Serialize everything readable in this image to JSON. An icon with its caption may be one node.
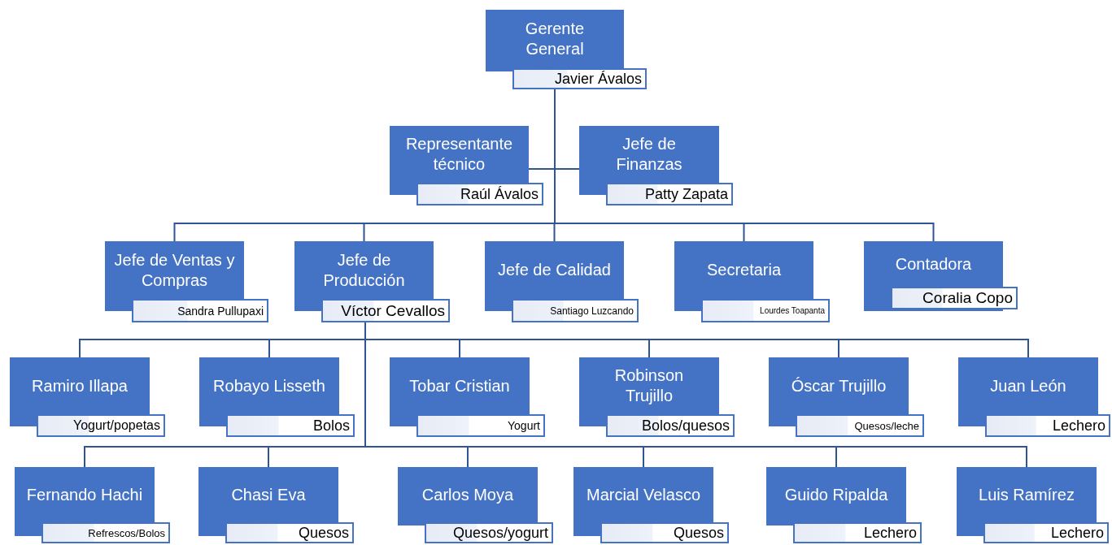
{
  "diagram": {
    "nodes": [
      {
        "text": [
          "Gerente General",
          "Javier Ávalos"
        ]
      },
      {
        "text": [
          "Representante técnico",
          "Raúl Ávalos"
        ]
      },
      {
        "text": [
          "Jefe de Finanzas",
          "Patty Zapata"
        ]
      },
      {
        "text": [
          "Jefe de Ventas y Compras",
          "Sandra Pullupaxi"
        ]
      },
      {
        "text": [
          "Jefe de Producción",
          "Víctor Cevallos"
        ]
      },
      {
        "text": [
          "Jefe de Calidad",
          "Santiago Luzcando"
        ]
      },
      {
        "text": [
          "Secretaria",
          "Lourdes Toapanta"
        ]
      },
      {
        "text": [
          "Contadora",
          "Coralia Copo"
        ]
      },
      {
        "text": [
          "Ramiro Illapa",
          "Yogurt/popetas"
        ]
      },
      {
        "text": [
          "Robayo Lisseth",
          "Bolos"
        ]
      },
      {
        "text": [
          "Tobar Cristian",
          "Yogurt"
        ]
      },
      {
        "text": [
          "Robinson Trujillo",
          "Bolos/quesos"
        ]
      },
      {
        "text": [
          "Óscar Trujillo",
          "Quesos/leche"
        ]
      },
      {
        "text": [
          "Juan León",
          "Lechero"
        ]
      },
      {
        "text": [
          "Fernando Hachi",
          "Refrescos/Bolos"
        ]
      },
      {
        "text": [
          "Chasi Eva",
          "Quesos"
        ]
      },
      {
        "text": [
          "Carlos Moya",
          "Quesos/yogurt"
        ]
      },
      {
        "text": [
          "Marcial Velasco",
          "Quesos"
        ]
      },
      {
        "text": [
          "Guido Ripalda",
          "Lechero"
        ]
      },
      {
        "text": [
          "Luis Ramírez",
          "Lechero"
        ]
      }
    ],
    "edges": [
      {
        "from": 0,
        "to": 1,
        "arrow": "none"
      },
      {
        "from": 0,
        "to": 2,
        "arrow": "none"
      },
      {
        "from": 0,
        "to": 3,
        "arrow": "none"
      },
      {
        "from": 0,
        "to": 4,
        "arrow": "none"
      },
      {
        "from": 0,
        "to": 5,
        "arrow": "none"
      },
      {
        "from": 0,
        "to": 6,
        "arrow": "none"
      },
      {
        "from": 0,
        "to": 7,
        "arrow": "none"
      },
      {
        "from": 4,
        "to": 8,
        "arrow": "none"
      },
      {
        "from": 4,
        "to": 9,
        "arrow": "none"
      },
      {
        "from": 4,
        "to": 10,
        "arrow": "none"
      },
      {
        "from": 4,
        "to": 11,
        "arrow": "none"
      },
      {
        "from": 4,
        "to": 12,
        "arrow": "none"
      },
      {
        "from": 4,
        "to": 13,
        "arrow": "none"
      },
      {
        "from": 4,
        "to": 14,
        "arrow": "none"
      },
      {
        "from": 4,
        "to": 15,
        "arrow": "none"
      },
      {
        "from": 4,
        "to": 16,
        "arrow": "none"
      },
      {
        "from": 4,
        "to": 17,
        "arrow": "none"
      },
      {
        "from": 4,
        "to": 18,
        "arrow": "none"
      },
      {
        "from": 4,
        "to": 19,
        "arrow": "none"
      }
    ]
  }
}
